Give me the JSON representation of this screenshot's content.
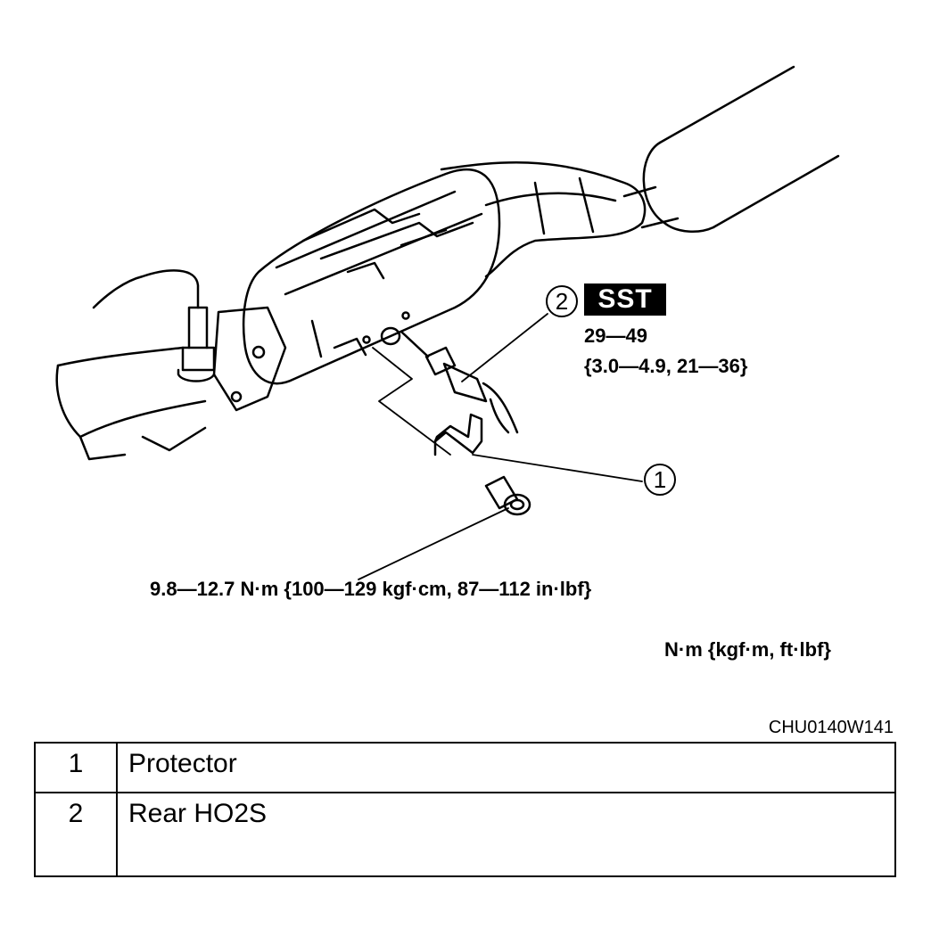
{
  "callouts": {
    "c1": "1",
    "c2": "2"
  },
  "sst_label": "SST",
  "torque": {
    "sensor_line1": "29—49",
    "sensor_line2": "{3.0—4.9, 21—36}",
    "bolt": "9.8—12.7 N·m {100—129 kgf·cm, 87—112 in·lbf}",
    "units": "N·m {kgf·m, ft·lbf}"
  },
  "figure_id": "CHU0140W141",
  "legend": [
    {
      "num": "1",
      "name": "Protector"
    },
    {
      "num": "2",
      "name": "Rear HO2S"
    }
  ]
}
